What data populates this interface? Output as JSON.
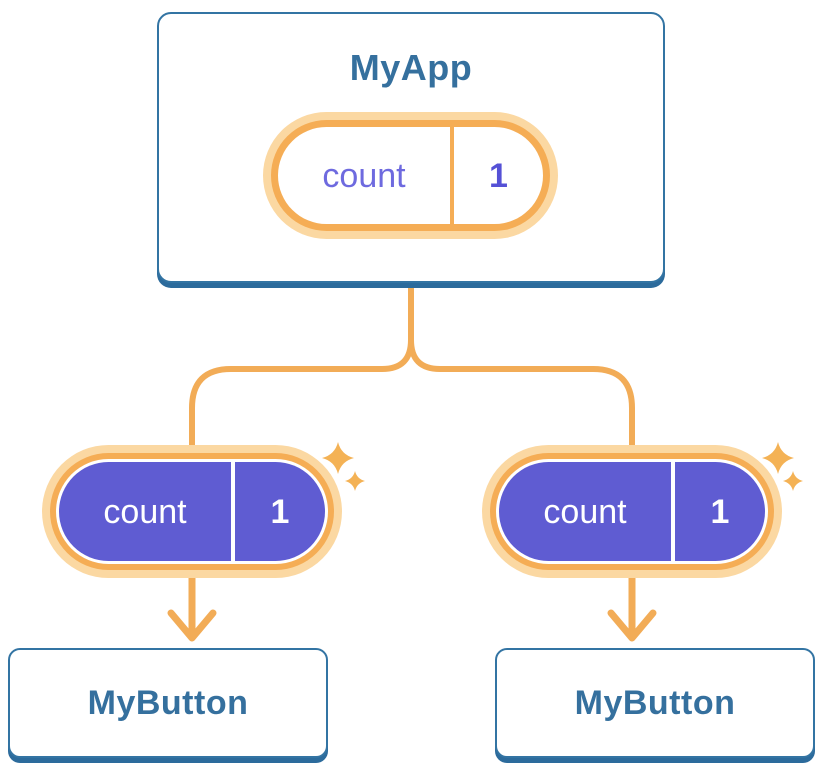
{
  "diagram": {
    "title_implied": "component tree",
    "root": {
      "title": "MyApp",
      "state": {
        "name": "count",
        "value": "1"
      }
    },
    "children": [
      {
        "title": "MyButton",
        "prop": {
          "name": "count",
          "value": "1"
        }
      },
      {
        "title": "MyButton",
        "prop": {
          "name": "count",
          "value": "1"
        }
      }
    ]
  },
  "icons": {
    "sparkle": "sparkle-icon",
    "arrow_down": "arrow-down-icon"
  },
  "colors": {
    "background": "#ffffff",
    "card_border": "#3374a3",
    "card_shadow": "#2c6b9c",
    "card_fill": "#ffffff",
    "title_text": "#35709e",
    "pill_ring_orange": "#f5ad55",
    "pill_glow_orange": "#fbd8a2",
    "state_pill_fill": "#ffffff",
    "state_pill_label": "#6e6adf",
    "state_pill_value": "#5551d6",
    "prop_pill_fill": "#5f5cd2",
    "prop_pill_text": "#ffffff",
    "connector_orange": "#f2ac57",
    "sparkle_orange": "#f4b255"
  }
}
